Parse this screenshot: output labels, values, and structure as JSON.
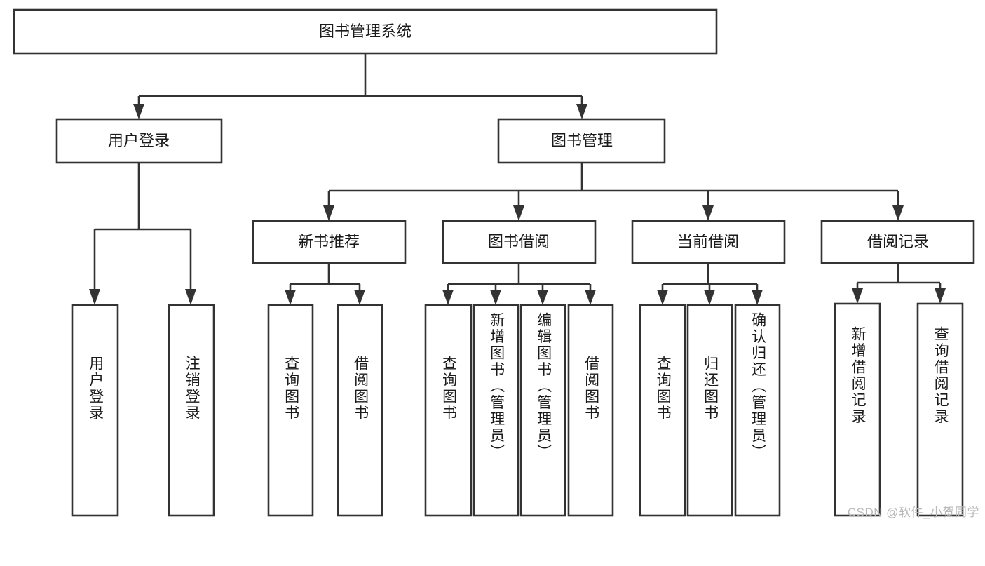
{
  "diagram": {
    "type": "tree-hierarchy",
    "root": {
      "id": "root",
      "label": "图书管理系统"
    },
    "level2": [
      {
        "id": "user-login",
        "label": "用户登录"
      },
      {
        "id": "book-management",
        "label": "图书管理"
      }
    ],
    "level3": [
      {
        "id": "new-book-recommend",
        "label": "新书推荐",
        "parent": "book-management"
      },
      {
        "id": "book-borrow",
        "label": "图书借阅",
        "parent": "book-management"
      },
      {
        "id": "current-borrow",
        "label": "当前借阅",
        "parent": "book-management"
      },
      {
        "id": "borrow-record",
        "label": "借阅记录",
        "parent": "book-management"
      }
    ],
    "leaves": [
      {
        "id": "leaf-user-login",
        "label": "用户登录",
        "parent": "user-login"
      },
      {
        "id": "leaf-logout-login",
        "label": "注销登录",
        "parent": "user-login"
      },
      {
        "id": "leaf-query-book-1",
        "label": "查询图书",
        "parent": "new-book-recommend"
      },
      {
        "id": "leaf-borrow-book-1",
        "label": "借阅图书",
        "parent": "new-book-recommend"
      },
      {
        "id": "leaf-query-book-2",
        "label": "查询图书",
        "parent": "book-borrow"
      },
      {
        "id": "leaf-add-book",
        "label": "新增图书（管理员）",
        "parent": "book-borrow"
      },
      {
        "id": "leaf-edit-book",
        "label": "编辑图书（管理员）",
        "parent": "book-borrow"
      },
      {
        "id": "leaf-borrow-book-2",
        "label": "借阅图书",
        "parent": "book-borrow"
      },
      {
        "id": "leaf-query-book-3",
        "label": "查询图书",
        "parent": "current-borrow"
      },
      {
        "id": "leaf-return-book",
        "label": "归还图书",
        "parent": "current-borrow"
      },
      {
        "id": "leaf-confirm-return",
        "label": "确认归还（管理员）",
        "parent": "current-borrow"
      },
      {
        "id": "leaf-add-record",
        "label": "新增借阅记录",
        "parent": "borrow-record"
      },
      {
        "id": "leaf-query-record",
        "label": "查询借阅记录",
        "parent": "borrow-record"
      }
    ],
    "colors": {
      "stroke": "#333333",
      "fill": "#ffffff",
      "text": "#1a1a1a",
      "watermark": "#b9b9b9",
      "background": "#ffffff"
    }
  },
  "watermark": {
    "text": "CSDN @软件_小贺同学"
  }
}
